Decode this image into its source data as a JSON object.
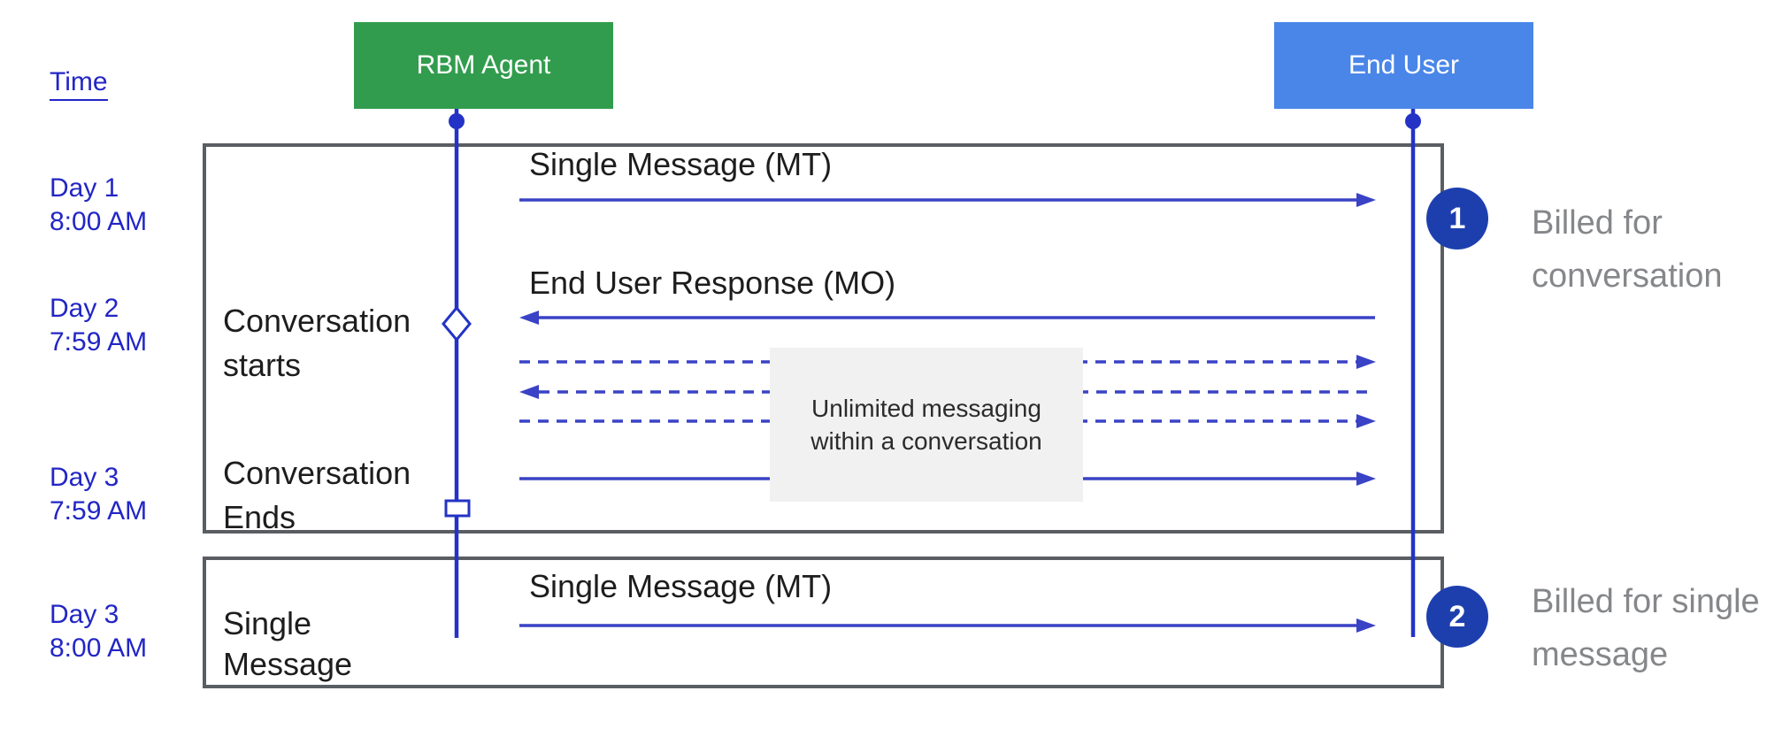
{
  "colors": {
    "green": "#319c4d",
    "blue_box": "#4a86e8",
    "line_blue": "#2433c5",
    "arrow_blue": "#3a42c6",
    "badge_blue": "#1d3fae",
    "day_blue": "#2226c5",
    "border_gray": "#5a5e62",
    "caption_gray": "#85878a",
    "panel_bg": "#f1f1f2",
    "label_black": "#1d1d1d"
  },
  "header": {
    "time_label": "Time",
    "rbm_agent": "RBM Agent",
    "end_user": "End User"
  },
  "timeline": [
    {
      "line1": "Day 1",
      "line2": "8:00 AM"
    },
    {
      "line1": "Day 2",
      "line2": "7:59 AM"
    },
    {
      "line1": "Day 3",
      "line2": "7:59 AM"
    },
    {
      "line1": "Day 3",
      "line2": "8:00 AM"
    }
  ],
  "conversation_box": {
    "mt_message": "Single Message (MT)",
    "mo_message": "End User Response (MO)",
    "conversation_starts": {
      "line1": "Conversation",
      "line2": "starts"
    },
    "conversation_ends": {
      "line1": "Conversation",
      "line2": "Ends"
    },
    "unlimited_note": {
      "line1": "Unlimited messaging",
      "line2": "within a conversation"
    }
  },
  "single_message_box": {
    "label": {
      "line1": "Single",
      "line2": "Message"
    },
    "mt_message": "Single Message (MT)"
  },
  "annotations": [
    {
      "badge": "1",
      "line1": "Billed for",
      "line2": "conversation"
    },
    {
      "badge": "2",
      "line1": "Billed for single",
      "line2": "message"
    }
  ]
}
